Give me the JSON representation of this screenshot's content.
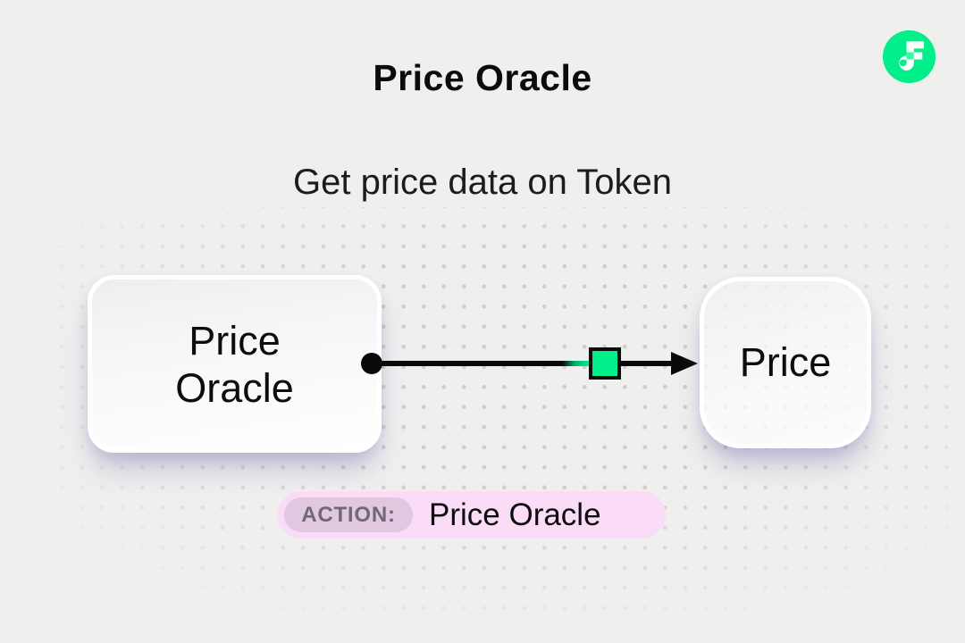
{
  "header": {
    "title": "Price Oracle",
    "subtitle": "Get price data on Token"
  },
  "logo": {
    "name": "flow-blockchain-logo",
    "brand_color": "#00ef8b"
  },
  "diagram": {
    "source_node": {
      "label": "Price Oracle"
    },
    "target_node": {
      "label": "Price"
    },
    "edge": {
      "marker_shape": "square",
      "marker_color": "#00ef8b",
      "line_color": "#0a0a0a"
    }
  },
  "action_bar": {
    "tag_label": "ACTION:",
    "value": "Price Oracle",
    "pill_bg": "#fadcf7",
    "tag_bg": "#e1c7df",
    "tag_text_color": "#6e6973"
  },
  "colors": {
    "background": "#efefee",
    "dot_grid": "#cfcfd2",
    "accent_green": "#00ef8b",
    "node_shadow": "rgba(104,100,165,0.35)"
  }
}
